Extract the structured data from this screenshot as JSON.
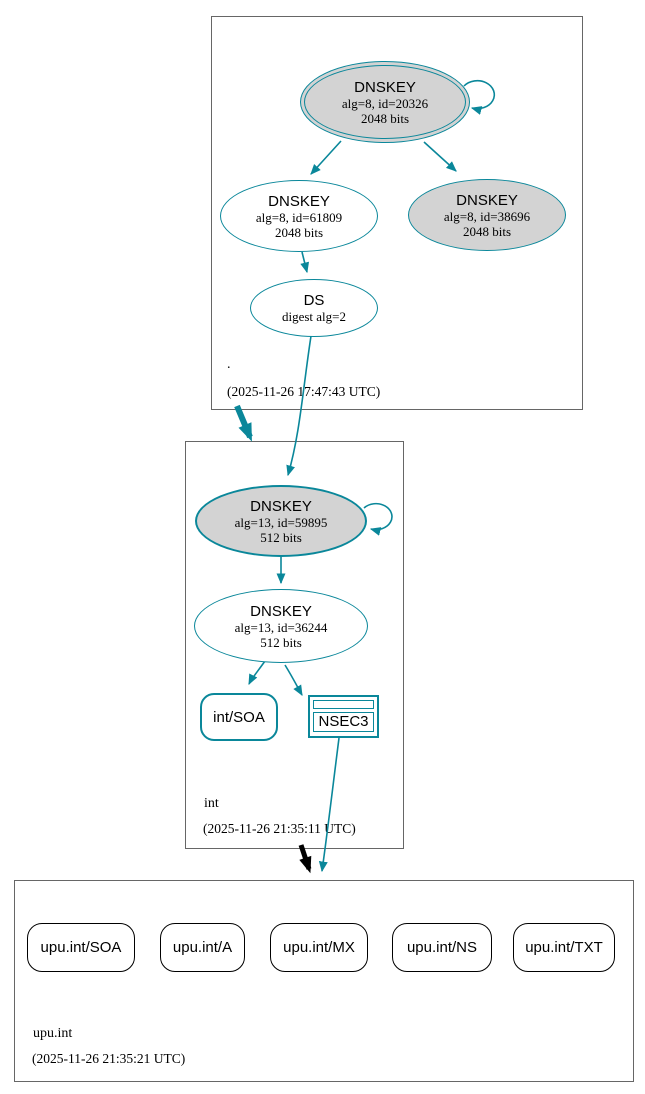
{
  "colors": {
    "secure": "#0a879a",
    "node_fill_gray": "#d3d3d3",
    "insecure": "#000000"
  },
  "zones": [
    {
      "name": ".",
      "timestamp": "(2025-11-26 17:47:43 UTC)",
      "nodes": {
        "ksk": {
          "title": "DNSKEY",
          "alg": "alg=8, id=20326",
          "bits": "2048 bits"
        },
        "zsk": {
          "title": "DNSKEY",
          "alg": "alg=8, id=61809",
          "bits": "2048 bits"
        },
        "key3": {
          "title": "DNSKEY",
          "alg": "alg=8, id=38696",
          "bits": "2048 bits"
        },
        "ds": {
          "title": "DS",
          "alg": "digest alg=2"
        }
      }
    },
    {
      "name": "int",
      "timestamp": "(2025-11-26 21:35:11 UTC)",
      "nodes": {
        "ksk": {
          "title": "DNSKEY",
          "alg": "alg=13, id=59895",
          "bits": "512 bits"
        },
        "zsk": {
          "title": "DNSKEY",
          "alg": "alg=13, id=36244",
          "bits": "512 bits"
        },
        "soa": {
          "label": "int/SOA"
        },
        "nsec3": {
          "label": "NSEC3"
        }
      }
    },
    {
      "name": "upu.int",
      "timestamp": "(2025-11-26 21:35:21 UTC)",
      "rrsets": [
        {
          "label": "upu.int/SOA"
        },
        {
          "label": "upu.int/A"
        },
        {
          "label": "upu.int/MX"
        },
        {
          "label": "upu.int/NS"
        },
        {
          "label": "upu.int/TXT"
        }
      ]
    }
  ]
}
